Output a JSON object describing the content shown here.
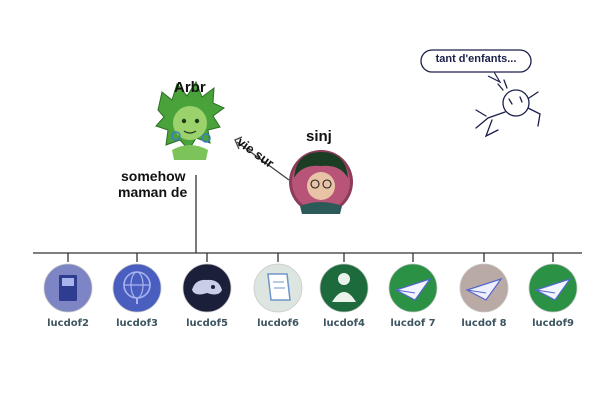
{
  "parent": {
    "name": "Arbr",
    "relation_line1": "somehow",
    "relation_line2": "maman de"
  },
  "partner": {
    "name": "sinj",
    "relation": "vie sur"
  },
  "speech_bubble": "tant d'enfants...",
  "children": [
    {
      "label": "lucdof2",
      "icon": "arcade-cabinet-icon",
      "bg": "#7d85c4",
      "fg": "#2e3d8f"
    },
    {
      "label": "lucdof3",
      "icon": "globe-icon",
      "bg": "#4a5ec0",
      "fg": "#a9b5ee"
    },
    {
      "label": "lucdof5",
      "icon": "game-controller-icon",
      "bg": "#1c1f3a",
      "fg": "#c9cde6"
    },
    {
      "label": "lucdof6",
      "icon": "paper-scroll-icon",
      "bg": "#dde5e0",
      "fg": "#6f95c9"
    },
    {
      "label": "lucdof4",
      "icon": "green-figure-icon",
      "bg": "#1d6b3c",
      "fg": "#e9f3ec"
    },
    {
      "label": "lucdof 7",
      "icon": "paper-plane-icon",
      "bg": "#2a9145",
      "fg": "#f4f6ff"
    },
    {
      "label": "lucdof 8",
      "icon": "paper-plane-icon",
      "bg": "#b9aaa6",
      "fg": "#eef0ff"
    },
    {
      "label": "lucdof9",
      "icon": "paper-plane-icon",
      "bg": "#2a9145",
      "fg": "#f4f6ff"
    }
  ],
  "colors": {
    "line": "#333333",
    "arrow": "#444444",
    "doodle": "#1b1f4a"
  }
}
